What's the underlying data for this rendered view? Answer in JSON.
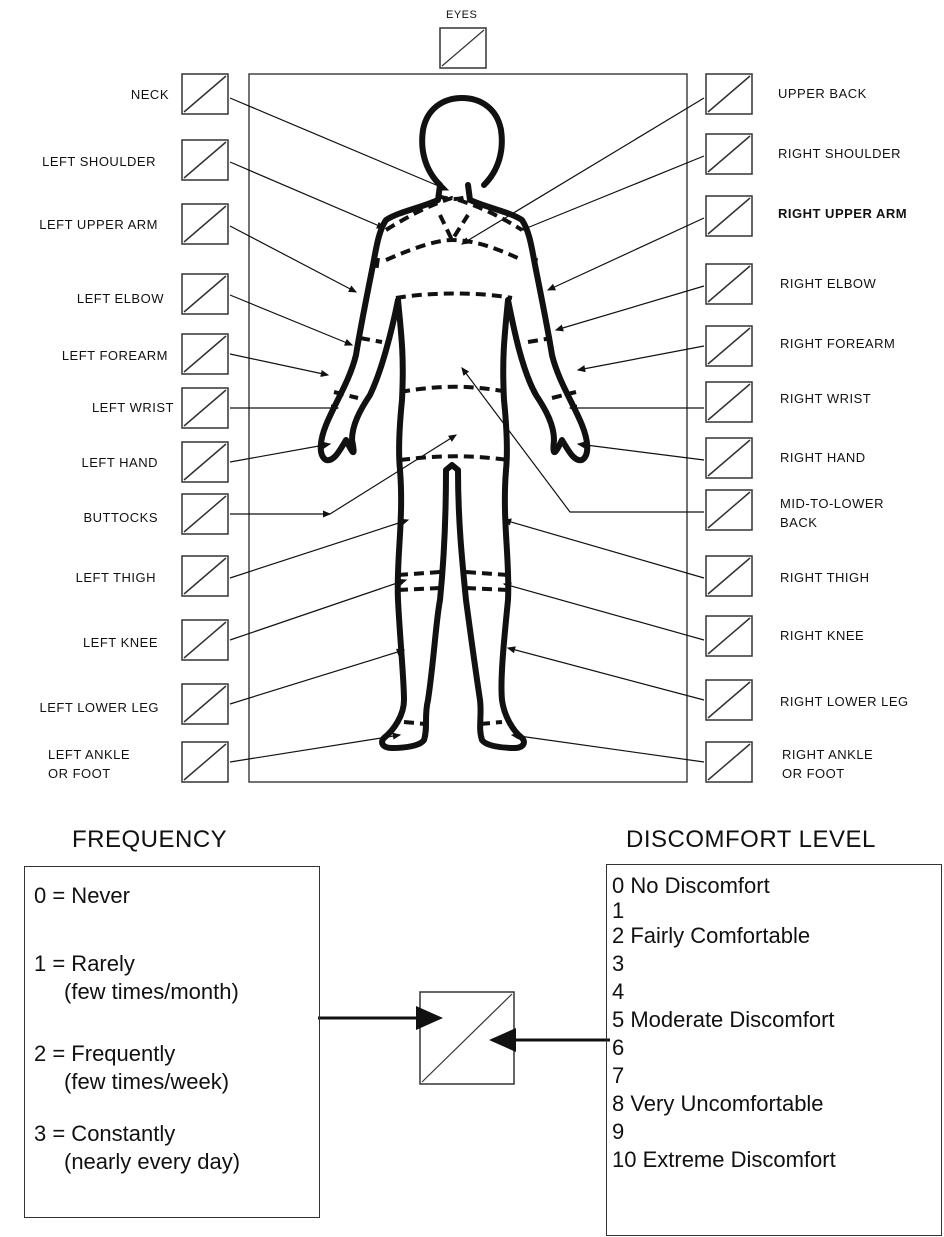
{
  "body_map": {
    "eyes": "EYES",
    "left_labels": [
      "NECK",
      "LEFT SHOULDER",
      "LEFT UPPER ARM",
      "LEFT ELBOW",
      "LEFT FOREARM",
      "LEFT WRIST",
      "LEFT HAND",
      "BUTTOCKS",
      "LEFT THIGH",
      "LEFT KNEE",
      "LEFT LOWER LEG",
      "LEFT ANKLE OR FOOT"
    ],
    "right_labels": [
      "UPPER BACK",
      "RIGHT SHOULDER",
      "RIGHT UPPER ARM",
      "RIGHT ELBOW",
      "RIGHT FOREARM",
      "RIGHT WRIST",
      "RIGHT HAND",
      "MID-TO-LOWER BACK",
      "RIGHT THIGH",
      "RIGHT KNEE",
      "RIGHT LOWER LEG",
      "RIGHT ANKLE OR FOOT"
    ]
  },
  "frequency": {
    "title": "FREQUENCY",
    "items": [
      {
        "line1": "0 = Never",
        "line2": ""
      },
      {
        "line1": "1 = Rarely",
        "line2": "(few times/month)"
      },
      {
        "line1": "2 = Frequently",
        "line2": "(few times/week)"
      },
      {
        "line1": "3 = Constantly",
        "line2": "(nearly every day)"
      }
    ]
  },
  "discomfort": {
    "title": "DISCOMFORT LEVEL",
    "items": [
      "0  No Discomfort",
      "1",
      "2  Fairly Comfortable",
      "3",
      "4",
      "5  Moderate Discomfort",
      "6",
      "7",
      "8  Very Uncomfortable",
      "9",
      "10  Extreme Discomfort"
    ]
  }
}
